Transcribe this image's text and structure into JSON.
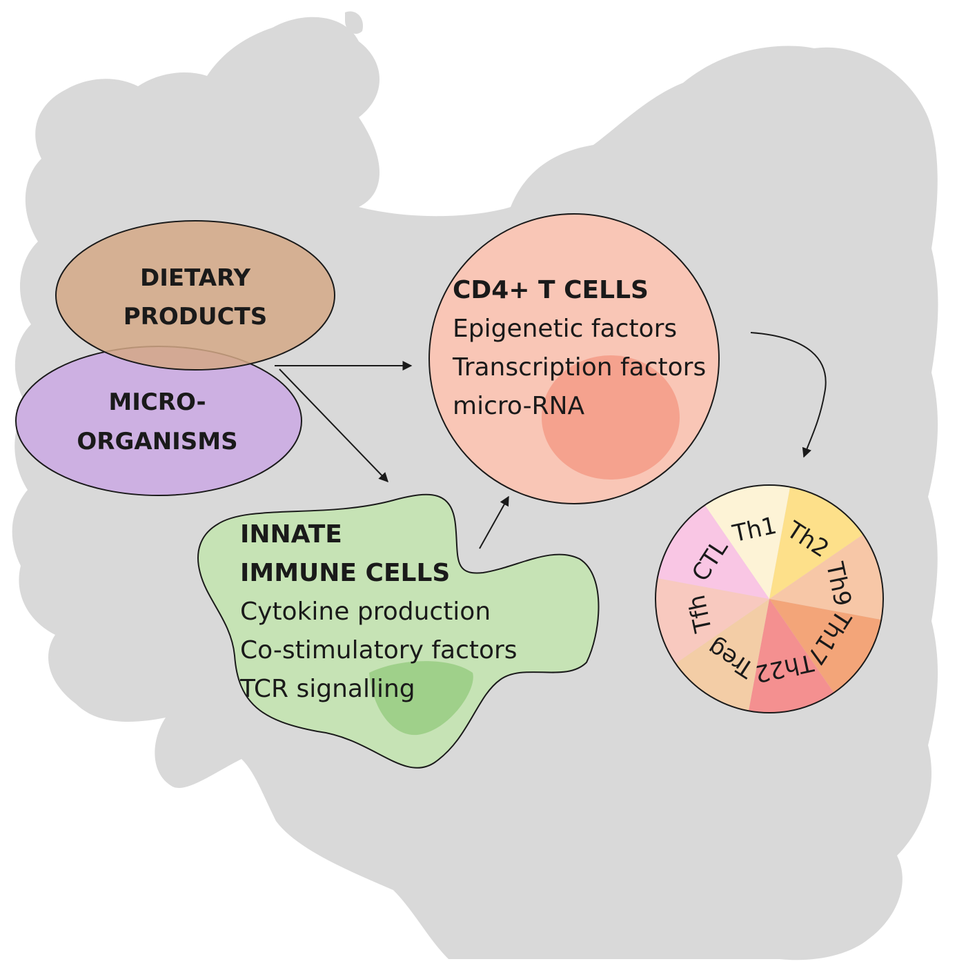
{
  "nodes": {
    "dietary": {
      "lines": [
        "DIETARY",
        "PRODUCTS"
      ]
    },
    "micro": {
      "lines": [
        "MICRO-",
        "ORGANISMS"
      ]
    },
    "cd4": {
      "title": "CD4+ T CELLS",
      "items": [
        "Epigenetic factors",
        "Transcription factors",
        "micro-RNA"
      ]
    },
    "innate": {
      "title_lines": [
        "INNATE",
        "IMMUNE CELLS"
      ],
      "items": [
        "Cytokine production",
        "Co-stimulatory factors",
        "TCR signalling"
      ]
    }
  },
  "subsets": [
    {
      "label": "Th1",
      "color": "#fdf3d6"
    },
    {
      "label": "Th2",
      "color": "#fde08a"
    },
    {
      "label": "Th9",
      "color": "#f7c7a7"
    },
    {
      "label": "Th17",
      "color": "#f3a579"
    },
    {
      "label": "Th22",
      "color": "#f49090"
    },
    {
      "label": "Treg",
      "color": "#f3cda6"
    },
    {
      "label": "Tfh",
      "color": "#f8c9bf"
    },
    {
      "label": "CTL",
      "color": "#f9c6e4"
    }
  ],
  "colors": {
    "gut": "#d9d9d9",
    "dietary": "#d4a886",
    "micro": "#cdb0e2",
    "cd4": "#f9c6b6",
    "cd4_nucleus": "#f5a28e",
    "innate": "#c6e3b5",
    "innate_nucleus": "#9fd08a",
    "outline": "#1a1a1a"
  }
}
